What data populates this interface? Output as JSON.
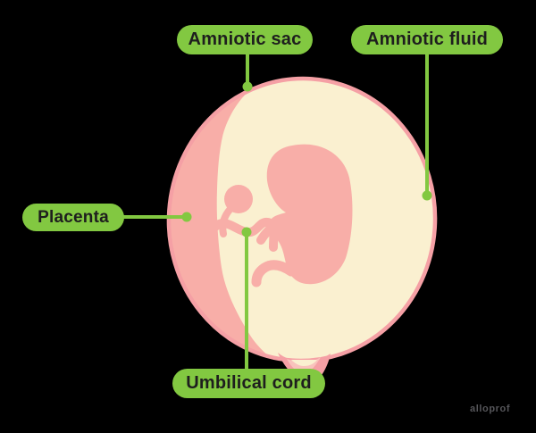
{
  "diagram": {
    "labels": {
      "amniotic_sac": "Amniotic sac",
      "amniotic_fluid": "Amniotic fluid",
      "placenta": "Placenta",
      "umbilical_cord": "Umbilical cord"
    },
    "colors": {
      "background": "#000000",
      "label_pill_green": "#82c841",
      "label_text": "#1e1e1e",
      "connector_green": "#82c841",
      "womb_border_pink": "#f5a0a5",
      "placenta_fetus_pink": "#f8aea8",
      "amniotic_fluid_cream": "#faf0d0",
      "cervix_inner_pink": "#f9c3bc",
      "watermark_gray": "#56565a"
    },
    "watermark": "alloprof"
  }
}
